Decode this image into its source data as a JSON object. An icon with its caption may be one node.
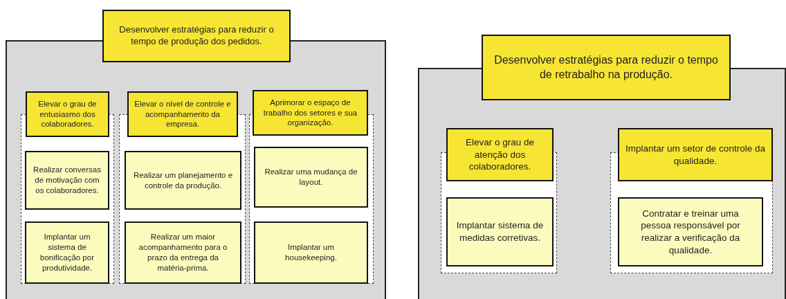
{
  "diagram": {
    "nodes": [
      {
        "text": [
          "Desenvolver estratégias para reduzir o tempo de produção dos pedidos."
        ]
      },
      {
        "text": [
          "Elevar o grau de entusiasmo dos colaboradores."
        ],
        "in": 0
      },
      {
        "text": [
          "Realizar conversas de motivação com os colaboradores."
        ],
        "in": 1
      },
      {
        "text": [
          "Implantar um sistema de bonificação por produtividade."
        ],
        "in": 1
      },
      {
        "text": [
          "Elevar o nível de controle e acompanhamento da empresa."
        ],
        "in": 0
      },
      {
        "text": [
          "Realizar um planejamento e controle da produção."
        ],
        "in": 4
      },
      {
        "text": [
          "Realizar um maior acompanhamento para o prazo da entrega da matéria-prima."
        ],
        "in": 4
      },
      {
        "text": [
          "Aprimorar o espaço de trabalho dos setores e sua organização."
        ],
        "in": 0
      },
      {
        "text": [
          "Realizar uma mudança de layout."
        ],
        "in": 7
      },
      {
        "text": [
          "Implantar um housekeeping."
        ],
        "in": 7
      },
      {
        "text": [
          "Desenvolver estratégias para reduzir o tempo de retrabalho na produção."
        ]
      },
      {
        "text": [
          "Elevar o grau de atenção dos colaboradores."
        ],
        "in": 10
      },
      {
        "text": [
          "Implantar sistema de medidas corretivas."
        ],
        "in": 11
      },
      {
        "text": [
          "Implantar um setor de controle da qualidade."
        ],
        "in": 10
      },
      {
        "text": [
          "Contratar e treinar uma pessoa responsável por realizar a verificação da qualidade."
        ],
        "in": 13
      }
    ]
  }
}
